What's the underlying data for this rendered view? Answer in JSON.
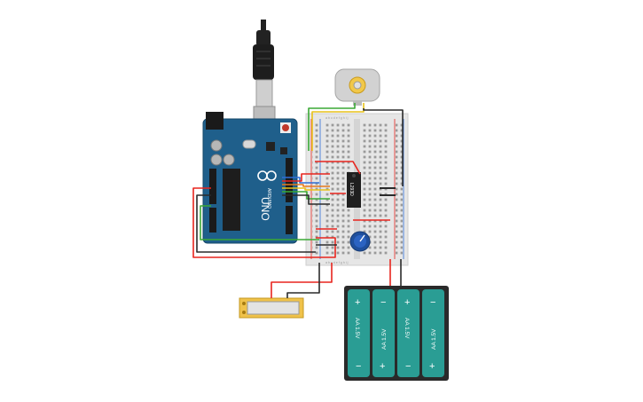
{
  "colors": {
    "wire_red": "#e8251e",
    "wire_black": "#2b2b2b",
    "wire_green": "#3aa935",
    "wire_yellow": "#e8c21a",
    "wire_blue": "#2f6fd6",
    "wire_orange": "#e67a1d",
    "arduino_board": "#1f5f8b",
    "breadboard": "#e6e6e6",
    "battery_pack": "#2a2a2a",
    "battery_cell": "#2a9d94",
    "potentiometer": "#1f4f9c",
    "usb_plug": "#222222"
  },
  "arduino": {
    "brand": "ARDUINO",
    "model": "UNO"
  },
  "motor_driver": {
    "label": "L293D"
  },
  "breadboard": {
    "column_letters_top": "a b c d e f g h i j",
    "column_letters_bottom": "a b c d e f g h i j"
  },
  "battery_pack": {
    "cells": [
      {
        "label": "AA 1.5V",
        "orientation": "down"
      },
      {
        "label": "AA 1.5V",
        "orientation": "up"
      },
      {
        "label": "AA 1.5V",
        "orientation": "down"
      },
      {
        "label": "AA 1.5V",
        "orientation": "up"
      }
    ],
    "plus_sign": "+",
    "minus_sign": "−"
  },
  "icons": [
    "usb-plug-icon",
    "dc-motor-icon",
    "potentiometer-icon",
    "slide-switch-icon"
  ]
}
